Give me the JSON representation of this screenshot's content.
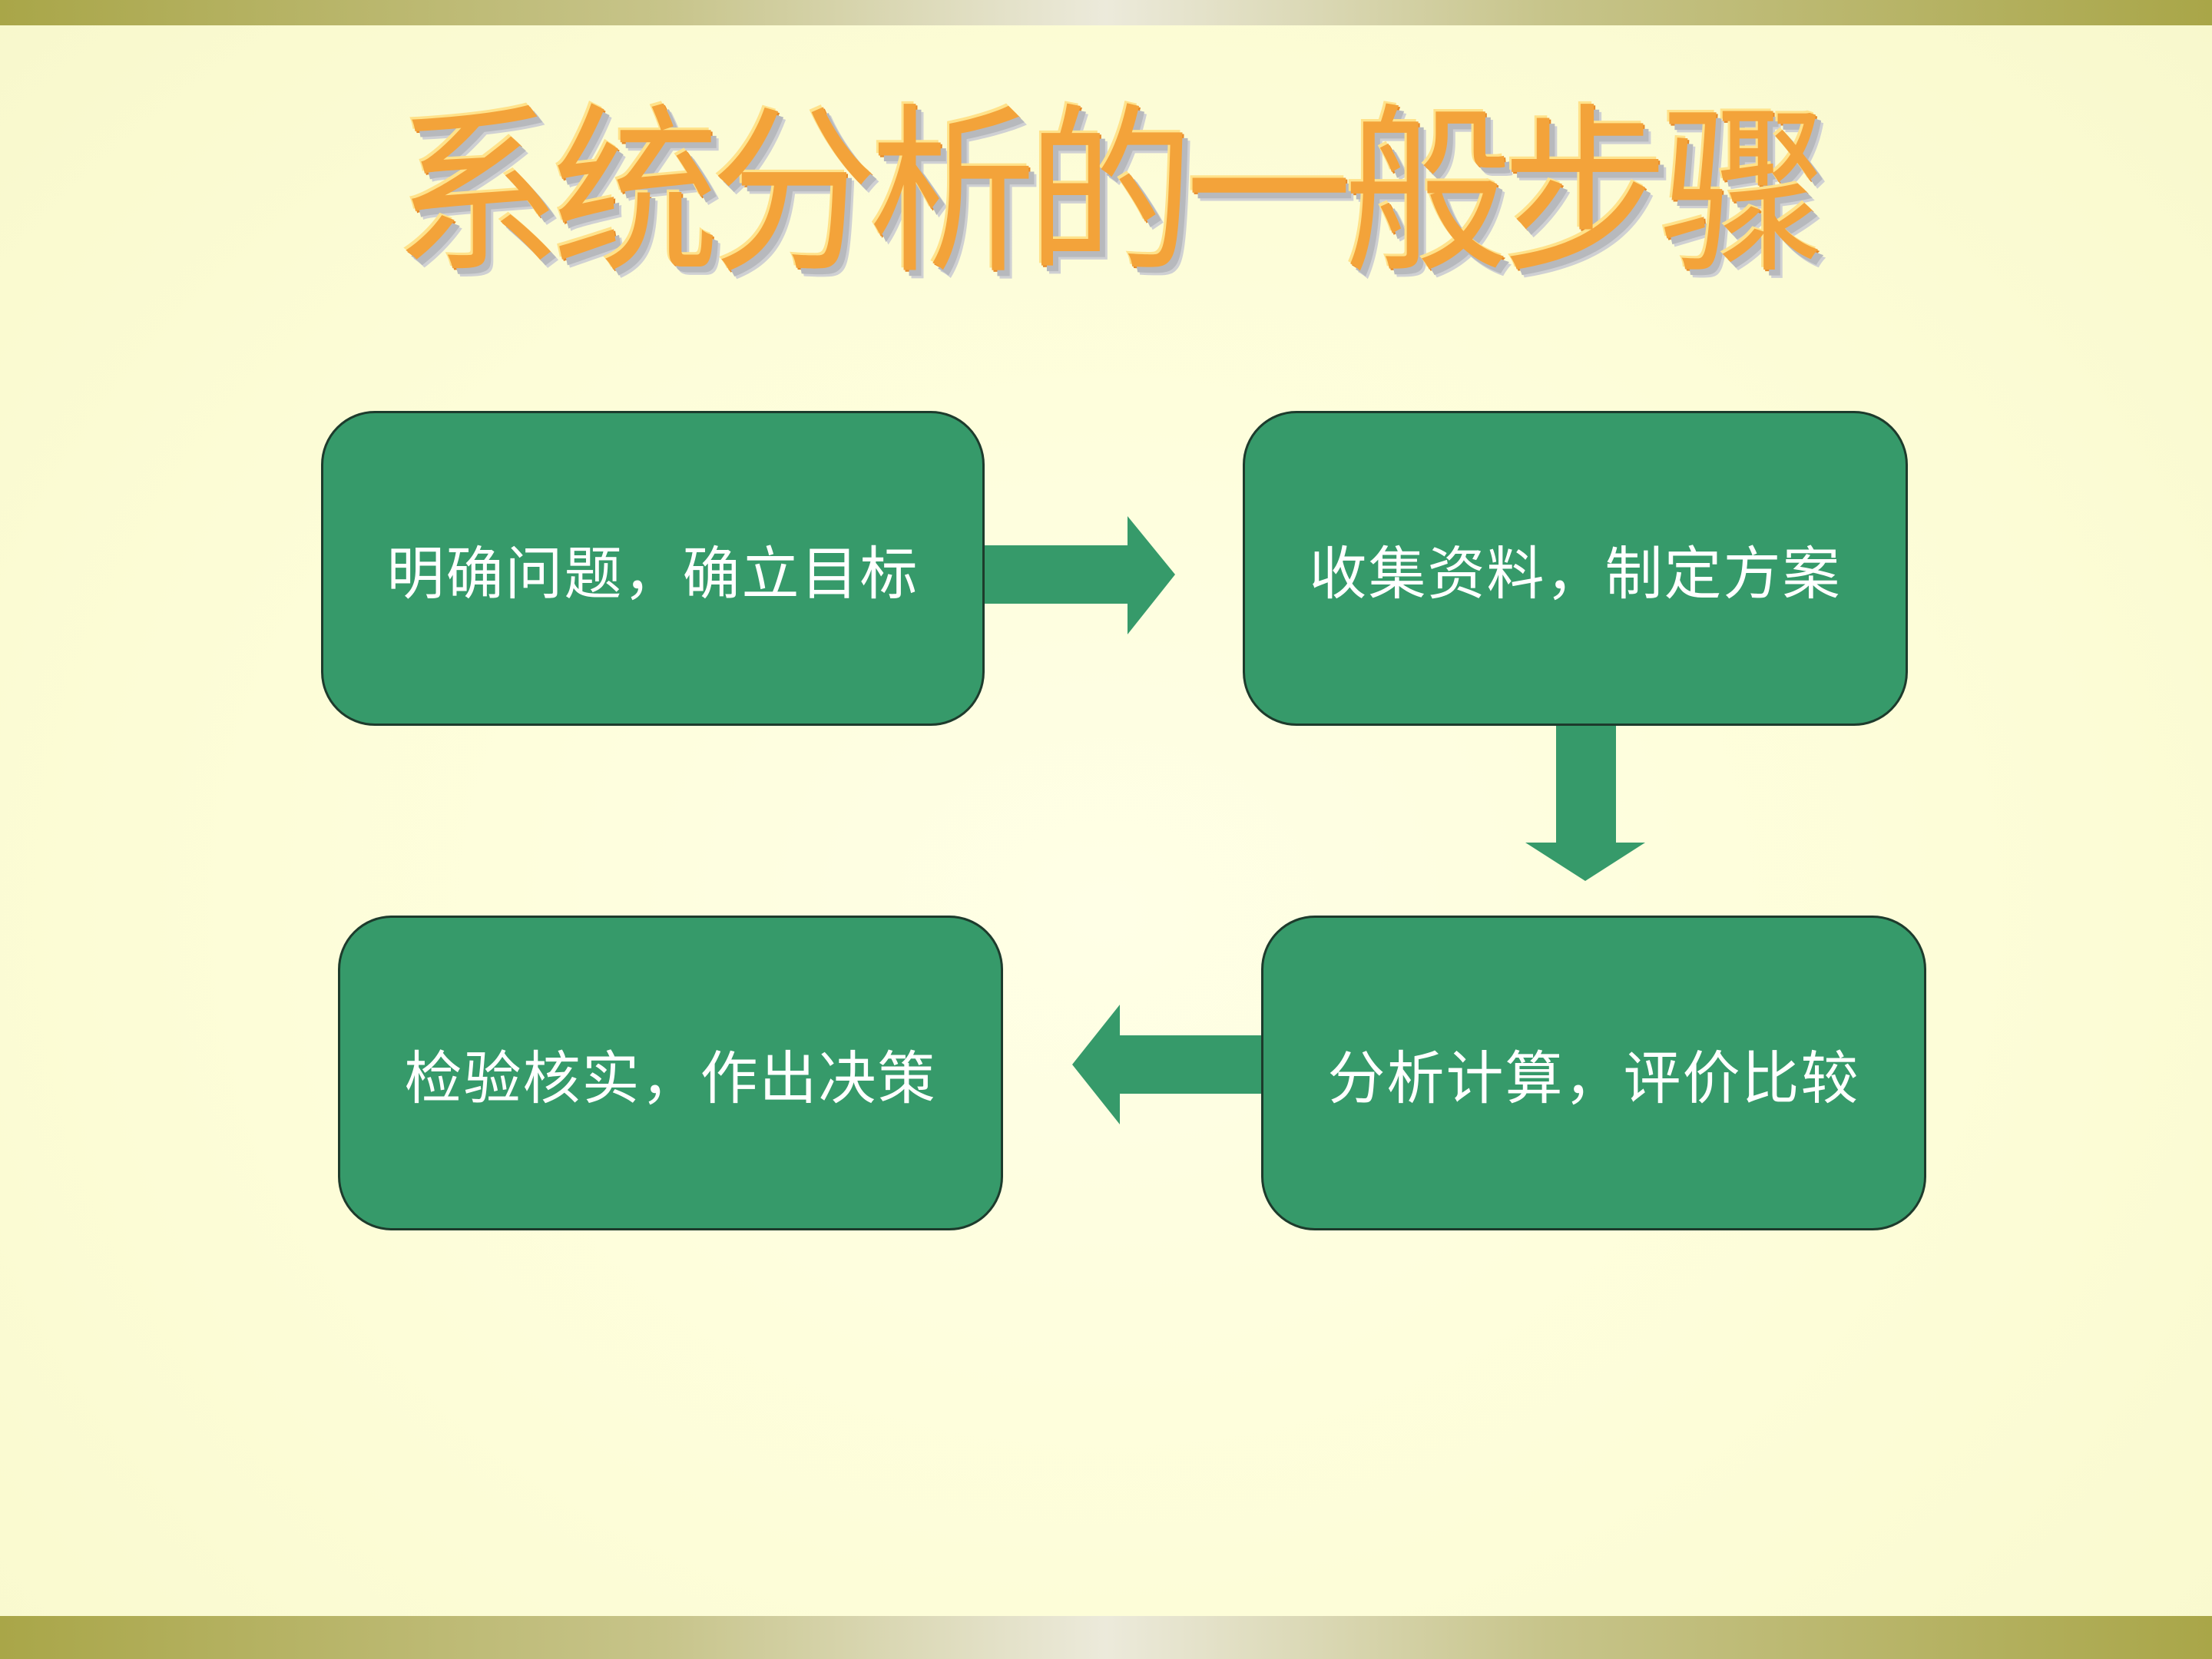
{
  "slide": {
    "title": "系统分析的一般步骤"
  },
  "diagram": {
    "steps": [
      {
        "id": "step-1",
        "label": "明确问题，确立目标"
      },
      {
        "id": "step-2",
        "label": "收集资料，制定方案"
      },
      {
        "id": "step-3",
        "label": "分析计算，评价比较"
      },
      {
        "id": "step-4",
        "label": "检验核实，作出决策"
      }
    ],
    "flow": [
      {
        "from": "step-1",
        "to": "step-2",
        "direction": "right"
      },
      {
        "from": "step-2",
        "to": "step-3",
        "direction": "down"
      },
      {
        "from": "step-3",
        "to": "step-4",
        "direction": "left"
      }
    ]
  },
  "colors": {
    "box_fill": "#369a6a",
    "box_border": "#1d3b2c",
    "arrow": "#369a6a",
    "box_text": "#ffffff",
    "title_fill": "#f3a33a",
    "title_highlight": "#ffe28a",
    "title_shadow": "#b7b9bd",
    "background": "#fdfdd8",
    "band": "#a9a648"
  }
}
